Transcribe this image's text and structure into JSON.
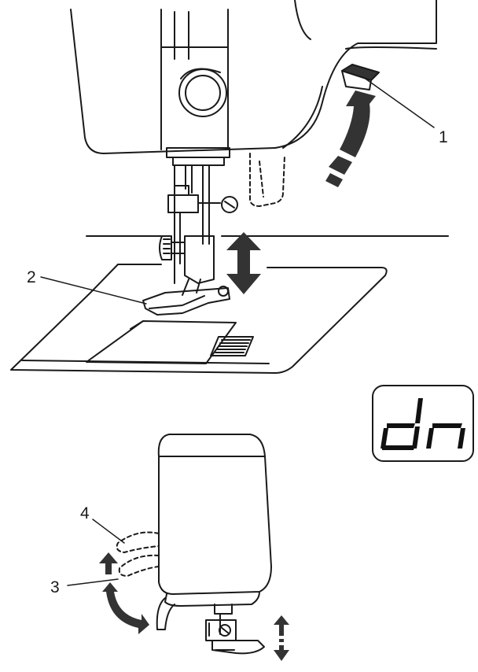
{
  "callouts": [
    {
      "id": "1",
      "label": "1"
    },
    {
      "id": "2",
      "label": "2"
    },
    {
      "id": "3",
      "label": "3"
    },
    {
      "id": "4",
      "label": "4"
    }
  ],
  "display": {
    "text": "dn"
  },
  "colors": {
    "line": "#1a1a1a",
    "arrow": "#333333",
    "fill": "#ffffff"
  }
}
